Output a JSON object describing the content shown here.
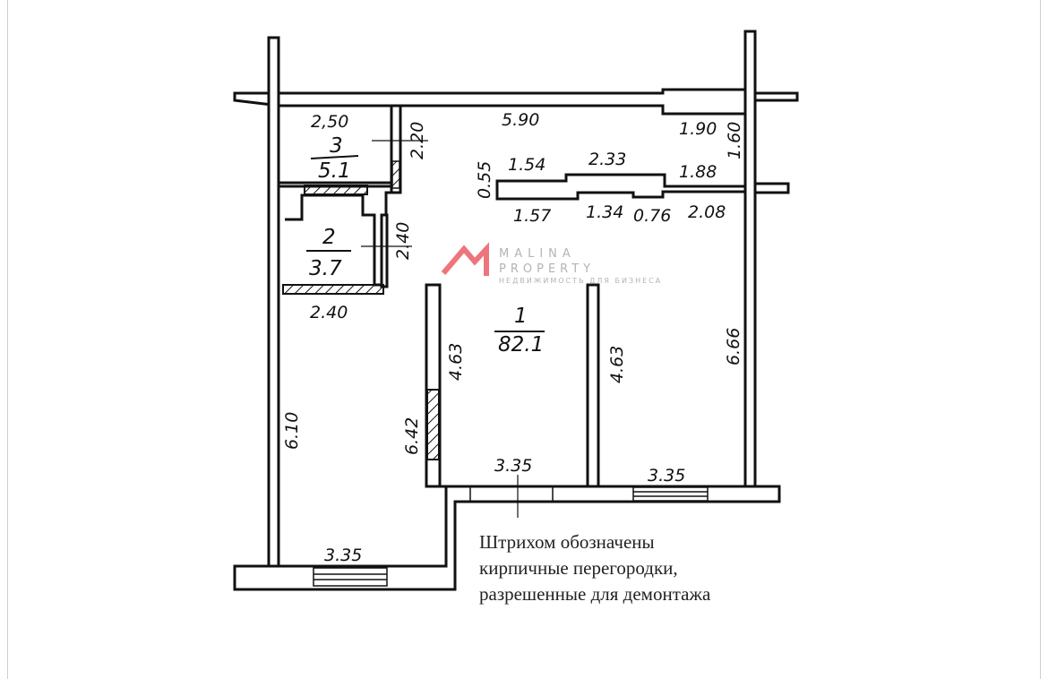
{
  "plan": {
    "rooms": [
      {
        "number": "1",
        "area": "82.1"
      },
      {
        "number": "2",
        "area": "3.7"
      },
      {
        "number": "3",
        "area": "5.1"
      }
    ],
    "dimensions": {
      "room3_width": "2,50",
      "room3_depth": "2.20",
      "top_length": "5.90",
      "top_right": "1.90",
      "right_niche": "1.60",
      "corridor_depth": "0.55",
      "corridor_top_1": "1.54",
      "corridor_top_2": "2.33",
      "corridor_top_3": "1.88",
      "corridor_bottom_1": "1.57",
      "corridor_bottom_2": "1.34",
      "corridor_bottom_3": "0.76",
      "corridor_bottom_4": "2.08",
      "room2_depth": "2.40",
      "room2_width": "2.40",
      "left_wing_length": "6.10",
      "left_partition_length": "6.42",
      "middle_partition_left": "4.63",
      "middle_partition_right": "4.63",
      "right_length": "6.66",
      "bay_middle_width": "3.35",
      "bay_right_width": "3.35",
      "bay_left_width": "3.35"
    },
    "note_lines": [
      "Штрихом обозначены",
      "кирпичные перегородки,",
      "разрешенные для демонтажа"
    ]
  },
  "watermark": {
    "brand_line1": "MALINA",
    "brand_line2": "PROPERTY",
    "tagline": "НЕДВИЖИМОСТЬ ДЛЯ БИЗНЕСА",
    "color": "#e8474f"
  },
  "colors": {
    "wall": "#111111",
    "hatch": "#111111"
  }
}
